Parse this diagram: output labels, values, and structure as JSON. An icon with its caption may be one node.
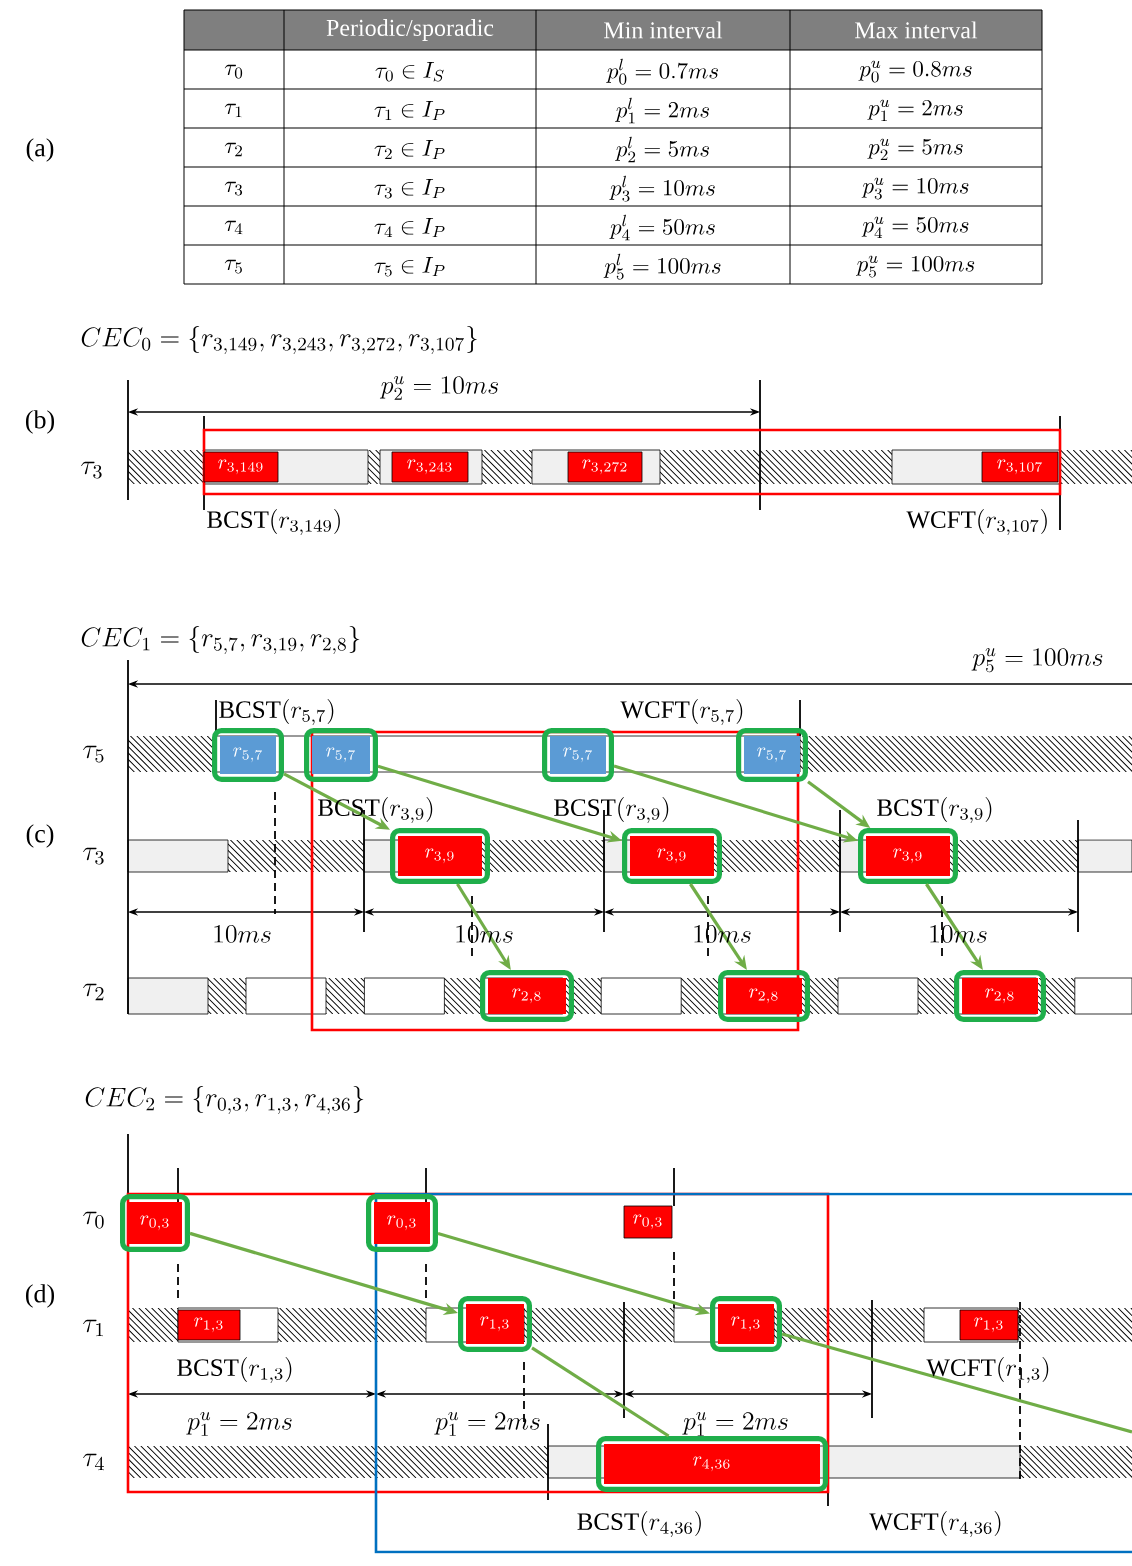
{
  "diagram": {
    "nodes": [
      {
        "text": [
          "r_{3,149}"
        ]
      },
      {
        "text": [
          "r_{3,243}"
        ]
      },
      {
        "text": [
          "r_{3,272}"
        ]
      },
      {
        "text": [
          "r_{3,107}"
        ]
      },
      {
        "text": [
          "r_{5,7}"
        ]
      },
      {
        "text": [
          "r_{5,7}"
        ]
      },
      {
        "text": [
          "r_{5,7}"
        ]
      },
      {
        "text": [
          "r_{5,7}"
        ]
      },
      {
        "text": [
          "r_{3,9}"
        ]
      },
      {
        "text": [
          "r_{3,9}"
        ]
      },
      {
        "text": [
          "r_{3,9}"
        ]
      },
      {
        "text": [
          "r_{2,8}"
        ]
      },
      {
        "text": [
          "r_{2,8}"
        ]
      },
      {
        "text": [
          "r_{2,8}"
        ]
      },
      {
        "text": [
          "r_{0,3}"
        ]
      },
      {
        "text": [
          "r_{0,3}"
        ]
      },
      {
        "text": [
          "r_{0,3}"
        ]
      },
      {
        "text": [
          "r_{1,3}"
        ]
      },
      {
        "text": [
          "r_{1,3}"
        ]
      },
      {
        "text": [
          "r_{1,3}"
        ]
      },
      {
        "text": [
          "r_{1,3}"
        ]
      },
      {
        "text": [
          "r_{4,36}"
        ]
      }
    ],
    "edges": [
      {
        "from": 4,
        "to": 8,
        "arrow": "to"
      },
      {
        "from": 5,
        "to": 9,
        "arrow": "to"
      },
      {
        "from": 6,
        "to": 10,
        "arrow": "to"
      },
      {
        "from": 7,
        "to": 10,
        "arrow": "to"
      },
      {
        "from": 8,
        "to": 11,
        "arrow": "to"
      },
      {
        "from": 9,
        "to": 12,
        "arrow": "to"
      },
      {
        "from": 10,
        "to": 13,
        "arrow": "to"
      },
      {
        "from": 14,
        "to": 18,
        "arrow": "to"
      },
      {
        "from": 15,
        "to": 19,
        "arrow": "to"
      },
      {
        "from": 18,
        "to": 21,
        "arrow": "none"
      },
      {
        "from": 19,
        "to": null,
        "arrow": "none"
      }
    ],
    "labels": [
      "Periodic/sporadic",
      "Min interval",
      "Max interval",
      "\\tau_0",
      "\\tau_0 \\in I_S",
      "p_0^l = 0.7ms",
      "p_0^u = 0.8ms",
      "\\tau_1",
      "\\tau_1 \\in I_P",
      "p_1^l = 2ms",
      "p_1^u = 2ms",
      "\\tau_2",
      "\\tau_2 \\in I_P",
      "p_2^l = 5ms",
      "p_2^u = 5ms",
      "\\tau_3",
      "\\tau_3 \\in I_P",
      "p_3^l = 10ms",
      "p_3^u = 10ms",
      "\\tau_4",
      "\\tau_4 \\in I_P",
      "p_4^l = 50ms",
      "p_4^u = 50ms",
      "\\tau_5",
      "\\tau_5 \\in I_P",
      "p_5^l = 100ms",
      "p_5^u = 100ms",
      "(a)",
      "CEC_0 = \\{r_{3,149}, r_{3,243}, r_{3,272}, r_{3,107}\\}",
      "p_2^u = 10ms",
      "(b)",
      "\\tau_3",
      "\\mathrm{BCST}(r_{3,149})",
      "\\mathrm{WCFT}(r_{3,107})",
      "CEC_1 = \\{r_{5,7}, r_{3,19}, r_{2,8}\\}",
      "p_5^u = 100ms",
      "\\mathrm{BCST}(r_{5,7})",
      "\\mathrm{WCFT}(r_{5,7})",
      "\\tau_5",
      "(c)",
      "\\mathrm{BCST}(r_{3,9})",
      "\\mathrm{BCST}(r_{3,9})",
      "\\mathrm{BCST}(r_{3,9})",
      "\\tau_3",
      "10ms",
      "10ms",
      "10ms",
      "10ms",
      "\\tau_2",
      "CEC_2 = \\{r_{0,3}, r_{1,3}, r_{4,36}\\}",
      "\\tau_0",
      "(d)",
      "\\tau_1",
      "\\mathrm{BCST}(r_{1,3})",
      "\\mathrm{WCFT}(r_{1,3})",
      "p_1^u = 2ms",
      "p_1^u = 2ms",
      "p_1^u = 2ms",
      "\\tau_4",
      "\\mathrm{BCST}(r_{4,36})",
      "\\mathrm{WCFT}(r_{4,36})"
    ]
  }
}
